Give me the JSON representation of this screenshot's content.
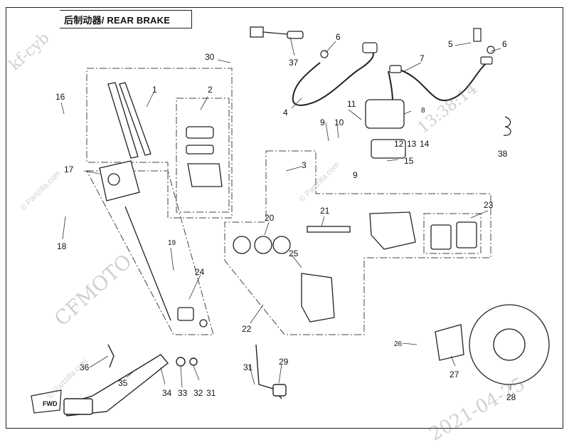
{
  "title": "后制动器/ REAR BRAKE",
  "callouts": [
    "1",
    "2",
    "3",
    "4",
    "5",
    "6",
    "6",
    "7",
    "8",
    "9",
    "9",
    "10",
    "11",
    "12",
    "13",
    "14",
    "15",
    "16",
    "17",
    "18",
    "19",
    "20",
    "21",
    "22",
    "23",
    "24",
    "25",
    "26",
    "27",
    "28",
    "29",
    "30",
    "31",
    "31",
    "32",
    "33",
    "34",
    "35",
    "36",
    "37",
    "38"
  ],
  "watermarks": {
    "brand": "CFMOTO",
    "diag1": "kf-cyb",
    "diag2": "2021-04-25",
    "diag3": "13:38:14",
    "site": "© Partzilla.com",
    "arrow_label": "FWD"
  }
}
